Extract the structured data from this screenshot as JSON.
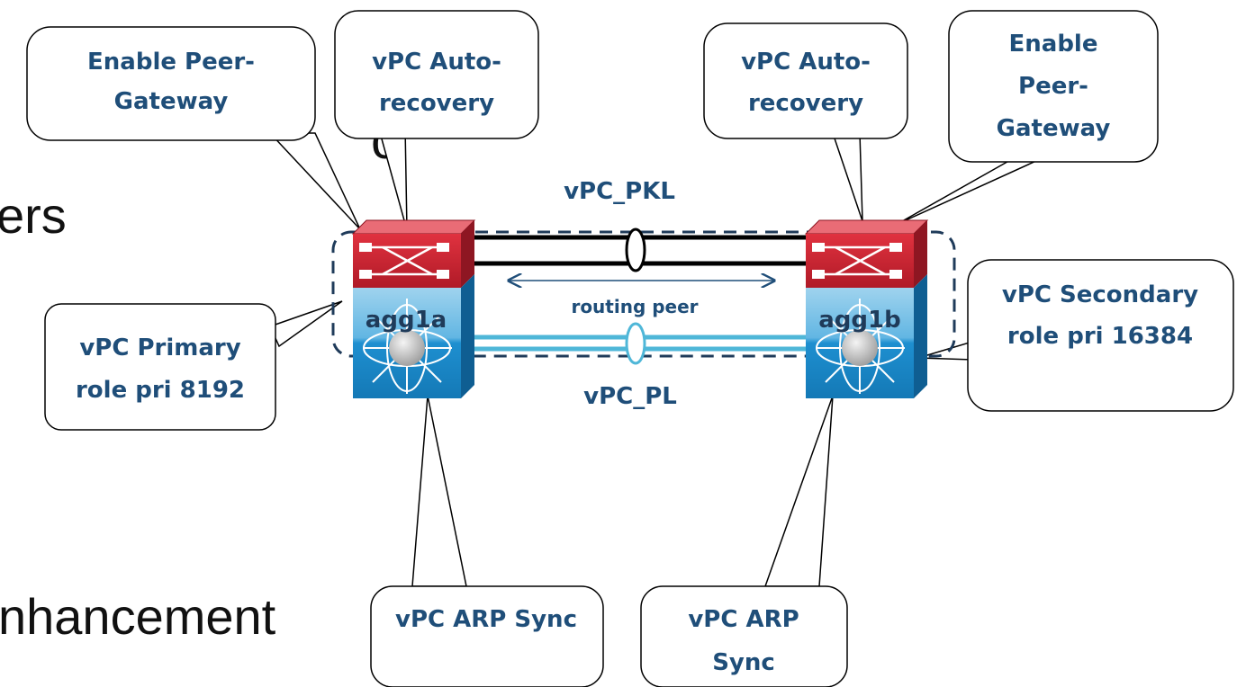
{
  "background_text": {
    "line1": "ers",
    "line2": "nhancement",
    "fragment_top": "c"
  },
  "callouts": {
    "left_peer_gateway": [
      "Enable Peer-",
      "Gateway"
    ],
    "left_auto_recovery": [
      "vPC Auto-",
      "recovery"
    ],
    "right_auto_recovery": [
      "vPC Auto-",
      "recovery"
    ],
    "right_peer_gateway": [
      "Enable",
      "Peer-",
      "Gateway"
    ],
    "primary": [
      "vPC Primary",
      "role pri 8192"
    ],
    "secondary": [
      "vPC Secondary",
      "role pri 16384"
    ],
    "arp_sync_left": [
      "vPC ARP Sync"
    ],
    "arp_sync_right": [
      "vPC ARP",
      "Sync"
    ]
  },
  "links": {
    "pkl": "vPC_PKL",
    "pl": "vPC_PL",
    "routing_peer": "routing peer"
  },
  "switches": {
    "left": "agg1a",
    "right": "agg1b"
  },
  "colors": {
    "text_blue": "#1f4e79",
    "switch_red": "#c8202f",
    "switch_blue": "#1b8ccc",
    "link_teal": "#4fb7d8",
    "dash_navy": "#1f3b5a"
  }
}
